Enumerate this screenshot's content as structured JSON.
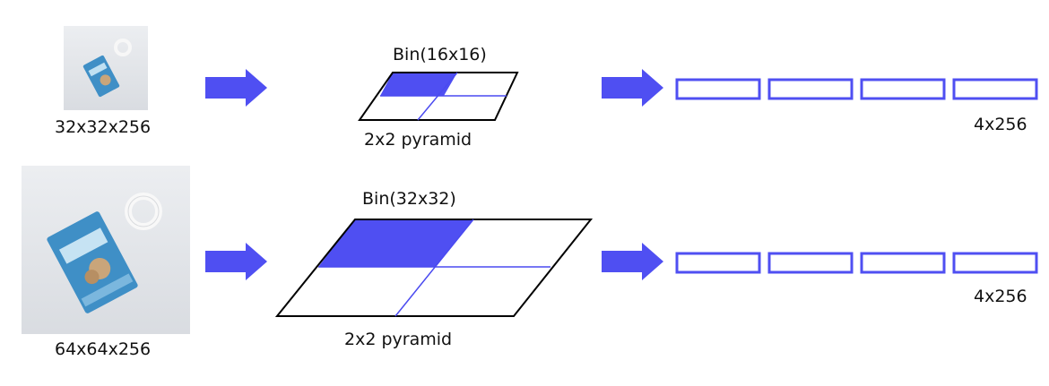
{
  "rows": [
    {
      "input_label": "32x32x256",
      "bin_label": "Bin(16x16)",
      "pyramid_label": "2x2 pyramid",
      "output_label": "4x256"
    },
    {
      "input_label": "64x64x256",
      "bin_label": "Bin(32x32)",
      "pyramid_label": "2x2 pyramid",
      "output_label": "4x256"
    }
  ],
  "colors": {
    "accent": "#4f4ff2",
    "accent_line": "#4a4af0",
    "outline": "#000000",
    "photo_bg": "#e4e6ea",
    "pack_blue": "#3f8fc6"
  },
  "icons": [
    "right-arrow-icon",
    "photo-thumbnail"
  ]
}
